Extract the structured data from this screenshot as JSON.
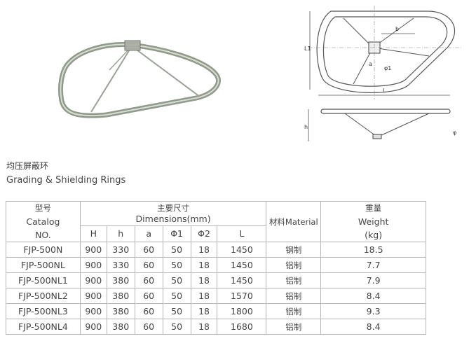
{
  "product": {
    "title_cn": "均压屏蔽环",
    "title_en": "Grading & Shielding Rings"
  },
  "diagram_labels": {
    "L1": "L1",
    "b": "b",
    "a": "a",
    "phi1": "φ1",
    "L": "L",
    "h": "h",
    "phi": "φ"
  },
  "table": {
    "catalog_head": [
      "型号",
      "Catalog",
      "NO."
    ],
    "dimensions_head": [
      "主要尺寸",
      "Dimensions(mm)"
    ],
    "dim_cols": [
      "H",
      "h",
      "a",
      "Φ1",
      "Φ2",
      "L"
    ],
    "material_head": "材料Material",
    "weight_head": [
      "重量",
      "Weight",
      "(kg)"
    ],
    "rows": [
      {
        "catalog": "FJP-500N",
        "H": "900",
        "h": "330",
        "a": "60",
        "p1": "50",
        "p2": "18",
        "L": "1450",
        "material": "钢制",
        "weight": "18.5"
      },
      {
        "catalog": "FJP-500NL",
        "H": "900",
        "h": "330",
        "a": "60",
        "p1": "50",
        "p2": "18",
        "L": "1450",
        "material": "铝制",
        "weight": "7.7"
      },
      {
        "catalog": "FJP-500NL1",
        "H": "900",
        "h": "380",
        "a": "60",
        "p1": "50",
        "p2": "18",
        "L": "1450",
        "material": "铝制",
        "weight": "7.9"
      },
      {
        "catalog": "FJP-500NL2",
        "H": "900",
        "h": "380",
        "a": "60",
        "p1": "50",
        "p2": "18",
        "L": "1570",
        "material": "铝制",
        "weight": "8.4"
      },
      {
        "catalog": "FJP-500NL3",
        "H": "900",
        "h": "380",
        "a": "60",
        "p1": "50",
        "p2": "18",
        "L": "1800",
        "material": "铝制",
        "weight": "9.3"
      },
      {
        "catalog": "FJP-500NL4",
        "H": "900",
        "h": "380",
        "a": "60",
        "p1": "50",
        "p2": "18",
        "L": "1680",
        "material": "铝制",
        "weight": "8.4"
      }
    ]
  }
}
